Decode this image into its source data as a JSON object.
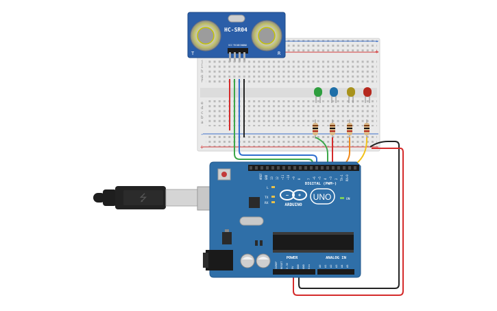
{
  "sensor": {
    "label": "HC-SR04",
    "pins": [
      "VCC",
      "TRIG",
      "ECHO",
      "GND"
    ],
    "side_left": "T",
    "side_right": "R"
  },
  "breadboard": {
    "row_letters_top": [
      "j",
      "i",
      "h",
      "g",
      "f"
    ],
    "row_letters_bottom": [
      "e",
      "d",
      "c",
      "b",
      "a"
    ],
    "rail_plus": "+",
    "rail_minus": "-"
  },
  "leds": [
    {
      "name": "green",
      "color": "#2e9e3e"
    },
    {
      "name": "blue",
      "color": "#1f6fa8"
    },
    {
      "name": "yellow",
      "color": "#a8921c"
    },
    {
      "name": "red",
      "color": "#b5281e"
    }
  ],
  "arduino": {
    "brand": "ARDUINO",
    "model": "UNO",
    "digital_label": "DIGITAL (PWM~)",
    "power_label": "POWER",
    "analog_label": "ANALOG IN",
    "on_label": "ON",
    "tx_label": "TX",
    "rx_label": "RX",
    "l_label": "L",
    "aref": "AREF",
    "gnd": "GND",
    "digital_pins": [
      "13",
      "12",
      "~11",
      "~10",
      "~9",
      "8",
      "7",
      "~6",
      "~5",
      "4",
      "~3",
      "2",
      "TX→1",
      "RX←0"
    ],
    "power_pins": [
      "IOREF",
      "RESET",
      "3.3V",
      "5V",
      "GND",
      "GND",
      "Vin"
    ],
    "analog_pins": [
      "A0",
      "A1",
      "A2",
      "A3",
      "A4",
      "A5"
    ]
  },
  "colors": {
    "board_blue": "#2f6fa8",
    "sensor_blue": "#2b5ea8",
    "breadboard": "#e8e8e8",
    "wire_red": "#d42a2a",
    "wire_black": "#222222",
    "wire_green": "#3aa648",
    "wire_blue": "#2f6fce",
    "wire_orange": "#f0891a",
    "wire_yellow": "#f2c21b"
  }
}
